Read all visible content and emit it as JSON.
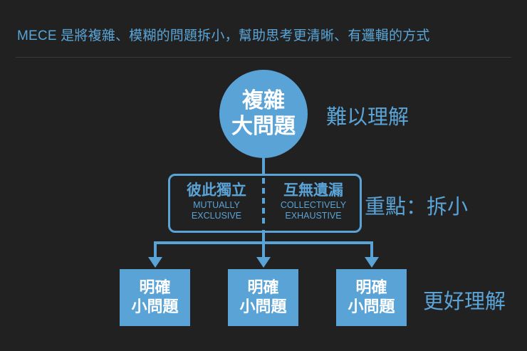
{
  "header": {
    "title": "MECE 是將複雜、模糊的問題拆小，幫助思考更清晰、有邏輯的方式"
  },
  "diagram": {
    "top_node": {
      "line1": "複雜",
      "line2": "大問題",
      "side_label": "難以理解"
    },
    "mece": {
      "left": {
        "zh": "彼此獨立",
        "en_line1": "MUTUALLY",
        "en_line2": "EXCLUSIVE"
      },
      "right": {
        "zh": "互無遺漏",
        "en_line1": "COLLECTIVELY",
        "en_line2": "EXHAUSTIVE"
      },
      "side_label": "重點：拆小"
    },
    "children": [
      {
        "line1": "明確",
        "line2": "小問題"
      },
      {
        "line1": "明確",
        "line2": "小問題"
      },
      {
        "line1": "明確",
        "line2": "小問題"
      }
    ],
    "bottom_side_label": "更好理解"
  },
  "colors": {
    "accent": "#5aa3d7",
    "background": "#212121",
    "divider": "#3a3a3a"
  }
}
